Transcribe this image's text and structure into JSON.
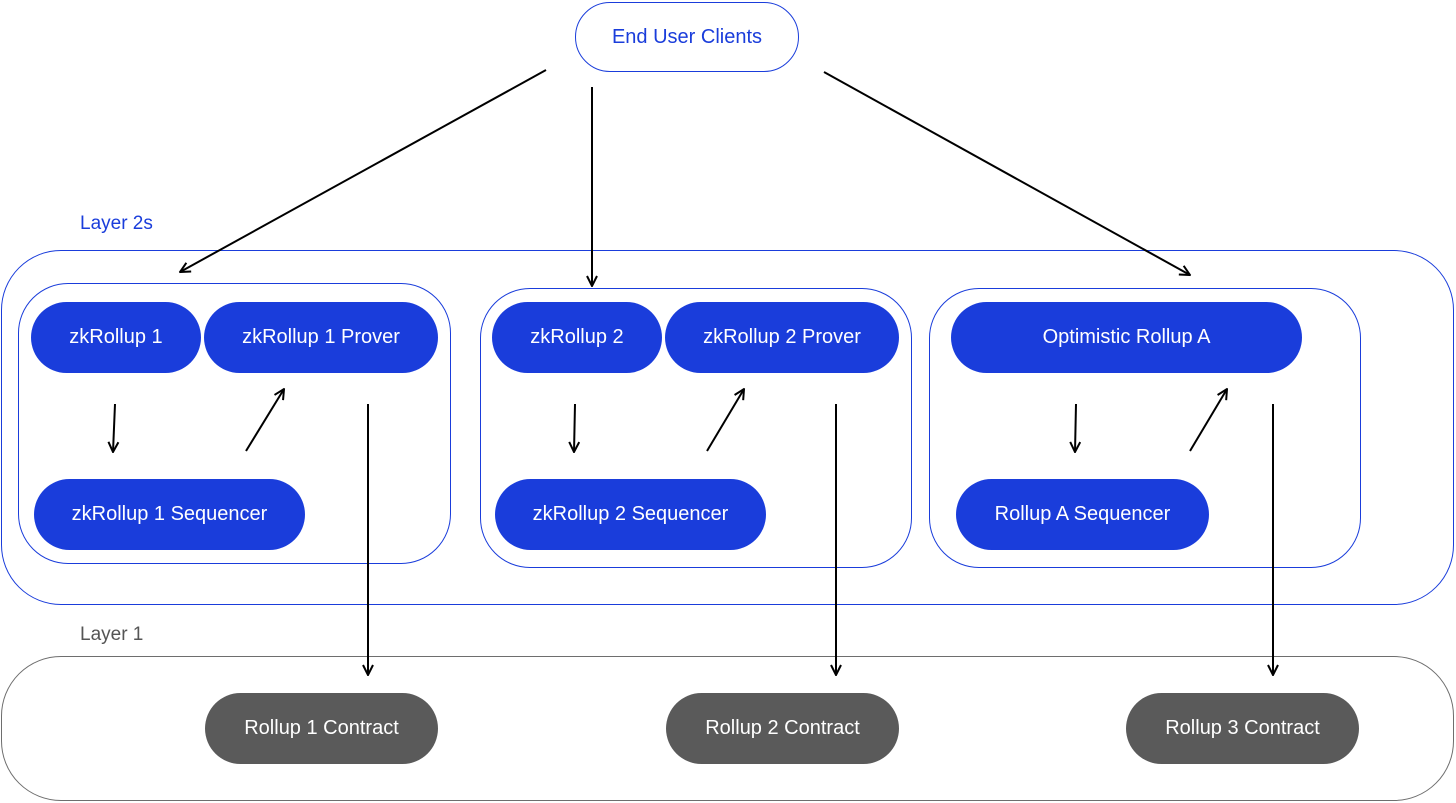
{
  "top": {
    "client_label": "End User Clients"
  },
  "layer2": {
    "title": "Layer 2s",
    "groups": [
      {
        "rollup": "zkRollup 1",
        "prover": "zkRollup 1 Prover",
        "sequencer": "zkRollup 1 Sequencer"
      },
      {
        "rollup": "zkRollup 2",
        "prover": "zkRollup 2 Prover",
        "sequencer": "zkRollup 2 Sequencer"
      },
      {
        "rollup": "Optimistic Rollup A",
        "sequencer": "Rollup A Sequencer"
      }
    ]
  },
  "layer1": {
    "title": "Layer 1",
    "contracts": [
      "Rollup 1 Contract",
      "Rollup 2 Contract",
      "Rollup 3 Contract"
    ]
  },
  "colors": {
    "accent": "#1a3ddb",
    "contract": "#5a5a5a",
    "arrow": "#000000",
    "layer1_border": "#6e6e6e"
  }
}
